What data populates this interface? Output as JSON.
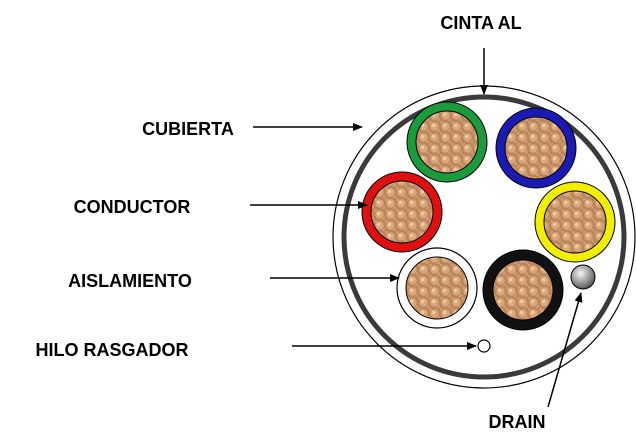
{
  "labels": {
    "tape": "CINTA AL",
    "jacket": "CUBIERTA",
    "conductor": "CONDUCTOR",
    "insulation": "AISLAMIENTO",
    "ripcord": "HILO RASGADOR",
    "drain": "DRAIN"
  },
  "colors": {
    "background": "#ffffff",
    "outline": "#000000",
    "aluminum_tape": "#3a3a3a",
    "copper_light": "#d9a77a",
    "copper_base": "#b8855c",
    "copper_dark": "#8a5a36",
    "drain_wire": "#9a9a9a"
  },
  "cores": [
    {
      "name": "green",
      "insulation_color": "#1a9b3c"
    },
    {
      "name": "blue",
      "insulation_color": "#1a1ab4"
    },
    {
      "name": "red",
      "insulation_color": "#e01010"
    },
    {
      "name": "yellow",
      "insulation_color": "#f2ee00"
    },
    {
      "name": "white",
      "insulation_color": "#ffffff"
    },
    {
      "name": "black",
      "insulation_color": "#111111"
    }
  ]
}
